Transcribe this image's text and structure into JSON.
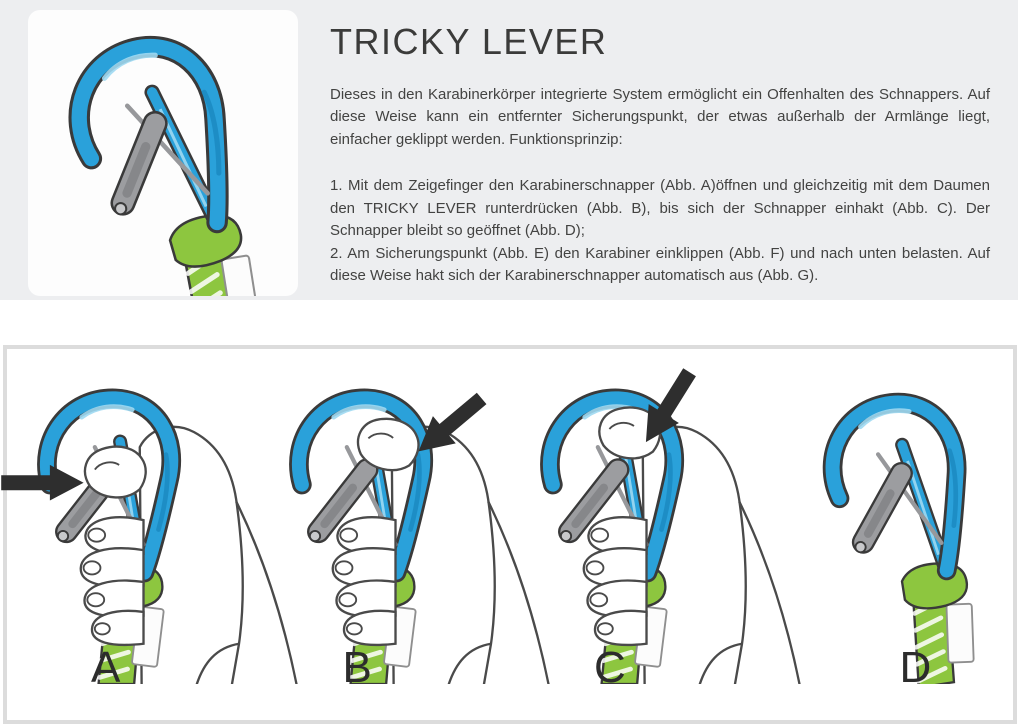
{
  "hero": {
    "title": "TRICKY LEVER",
    "intro": "Dieses in den Karabinerkörper integrierte System ermöglicht ein Offenhalten des Schnappers. Auf diese Weise kann ein entfernter Sicherungspunkt, der etwas außerhalb der Armlänge liegt, einfacher geklippt werden. Funktionsprinzip:",
    "steps": [
      "1. Mit dem Zeigefinger den Karabinerschnapper (Abb. A)öffnen und gleichzeitig mit dem Daumen den TRICKY LEVER runterdrücken (Abb. B), bis sich der Schnapper einhakt (Abb. C). Der Schnapper bleibt so geöffnet (Abb. D);",
      "2. Am Sicherungspunkt (Abb. E) den Karabiner einklippen (Abb. F) und nach unten belasten. Auf diese Weise hakt sich der Karabinerschnapper automatisch aus (Abb. G)."
    ],
    "illustration": "quickdraw-with-tricky-lever"
  },
  "figures": {
    "panels": [
      {
        "label": "A",
        "arrow": "from-left",
        "hand": true
      },
      {
        "label": "B",
        "arrow": "from-top-right",
        "hand": true
      },
      {
        "label": "C",
        "arrow": "from-top",
        "hand": true
      },
      {
        "label": "D",
        "arrow": "none",
        "hand": false
      }
    ]
  },
  "colors": {
    "carabiner_blue": "#2aa1da",
    "webbing_green": "#8dc63f",
    "lever_gray": "#9c9da0",
    "outline_dark": "#3a3a3a",
    "arrow_black": "#2e2e2e",
    "hero_background": "#edeef0",
    "panel_border": "#dcdcdc",
    "text": "#3e3e3d"
  }
}
